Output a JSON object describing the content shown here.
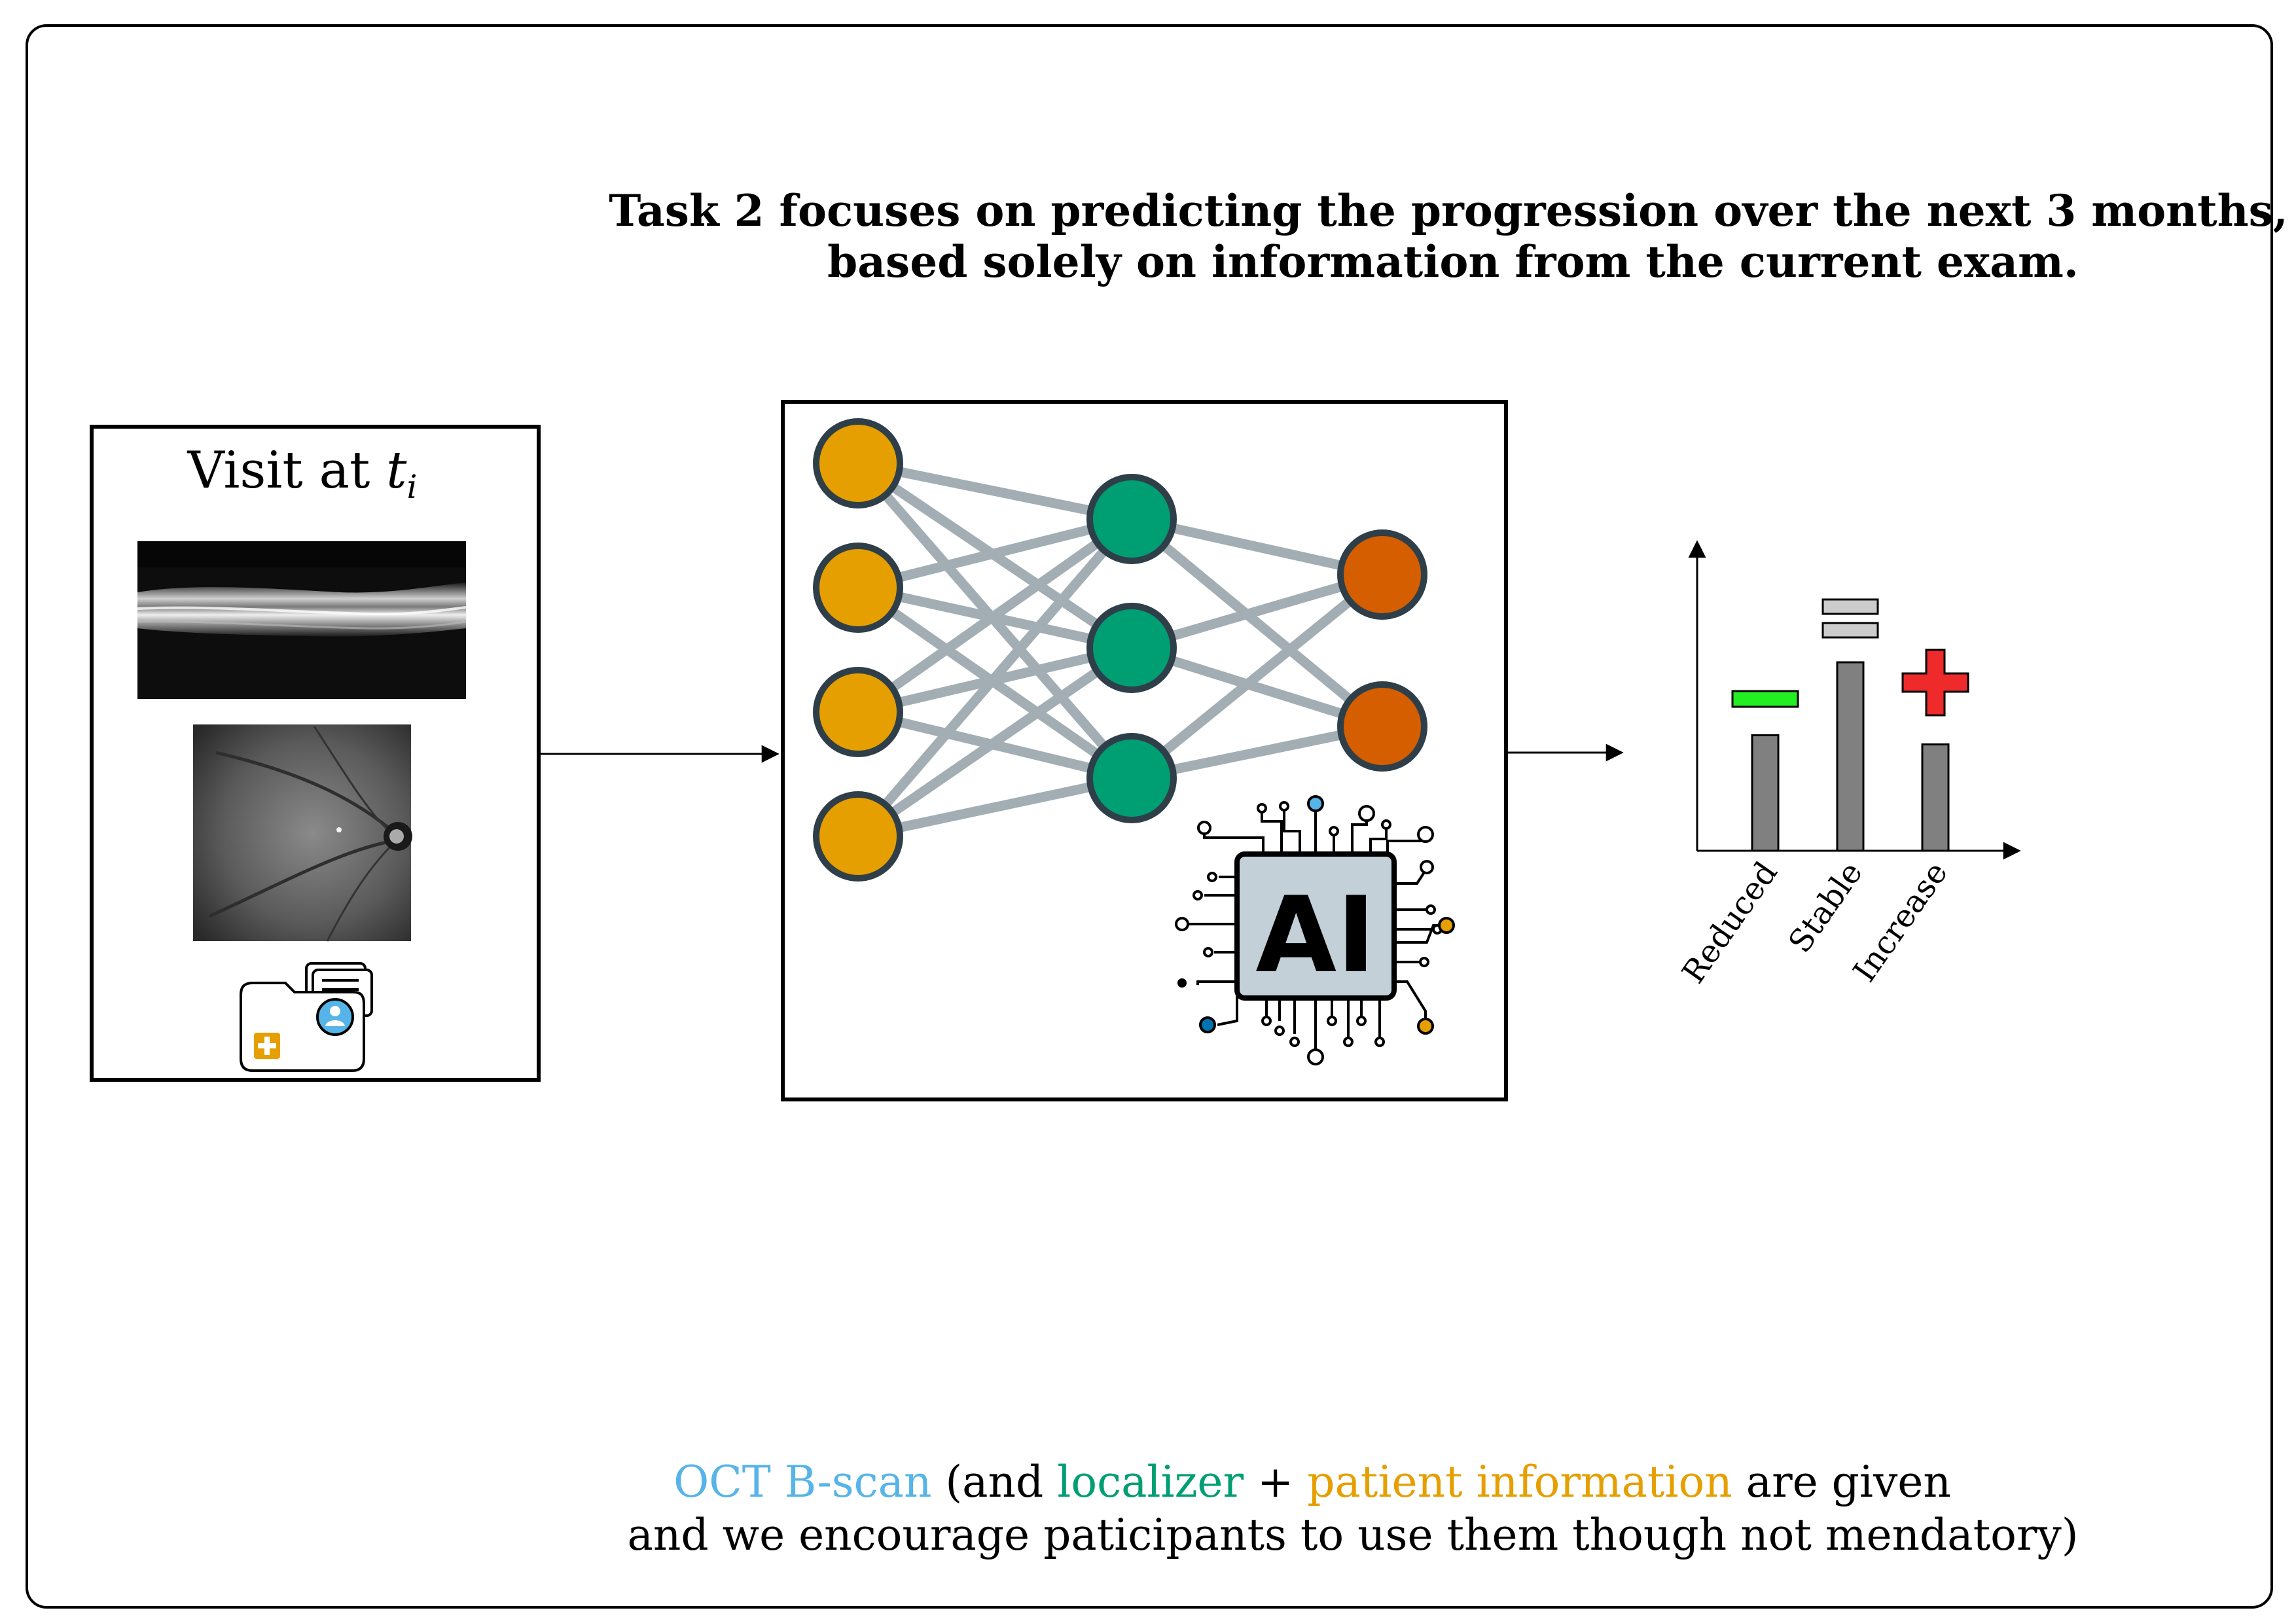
{
  "heading": {
    "line1": "Task 2 focuses on predicting the progression over the next 3 months,",
    "line2": "based solely on information from the current exam."
  },
  "visit": {
    "title": "Visit at ",
    "time_symbol": "t",
    "time_subscript": "i"
  },
  "network": {
    "chip_label": "AI",
    "layers": [
      4,
      3,
      2
    ],
    "colors": {
      "input": "#e69f00",
      "hidden": "#009e73",
      "output": "#d55e00",
      "edges": "#a2aeb4",
      "node_border": "#2f3f4a"
    }
  },
  "chart_data": {
    "type": "bar",
    "categories": [
      "Reduced",
      "Stable",
      "Increase"
    ],
    "values": [
      0.38,
      0.62,
      0.35
    ],
    "title": "",
    "xlabel": "",
    "ylabel": "",
    "symbols": [
      {
        "category": "Reduced",
        "symbol": "minus",
        "color": "#22ee22"
      },
      {
        "category": "Stable",
        "symbol": "equals",
        "color": "#cccccc"
      },
      {
        "category": "Increase",
        "symbol": "plus",
        "color": "#ee2a2a"
      }
    ],
    "bar_color": "#808080"
  },
  "caption": {
    "oct": "OCT B-scan",
    "open": " (and ",
    "localizer": "localizer",
    "plus": " + ",
    "patient": "patient information",
    "tail": " are given",
    "line2": "and we encourage paticipants to use them though not mendatory)",
    "colors": {
      "oct": "#56b4e9",
      "localizer": "#009e73",
      "patient": "#e69f00"
    }
  }
}
